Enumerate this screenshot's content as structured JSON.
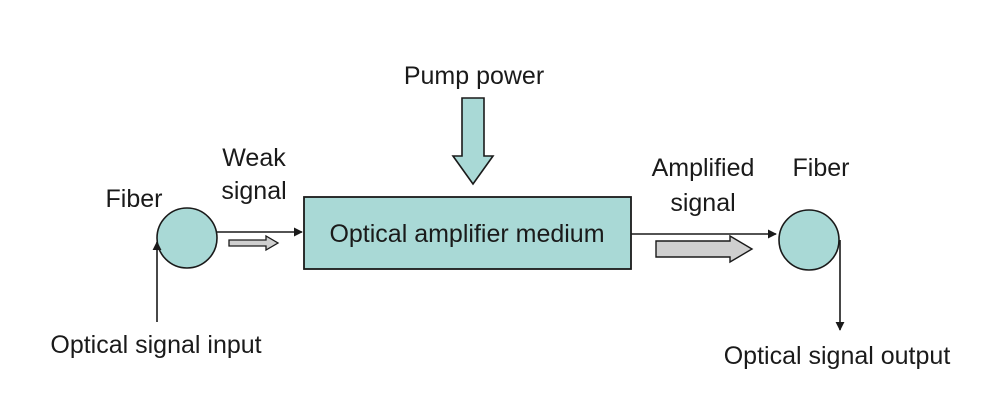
{
  "labels": {
    "pump_power": "Pump power",
    "weak_signal_line1": "Weak",
    "weak_signal_line2": "signal",
    "fiber_left": "Fiber",
    "amplifier_medium": "Optical amplifier medium",
    "amplified_signal_line1": "Amplified",
    "amplified_signal_line2": "signal",
    "fiber_right": "Fiber",
    "optical_signal_input": "Optical signal input",
    "optical_signal_output": "Optical signal output"
  },
  "colors": {
    "fill": "#a9d9d6",
    "stroke": "#1a1a1a",
    "arrow_gray": "#cfcfcf"
  }
}
